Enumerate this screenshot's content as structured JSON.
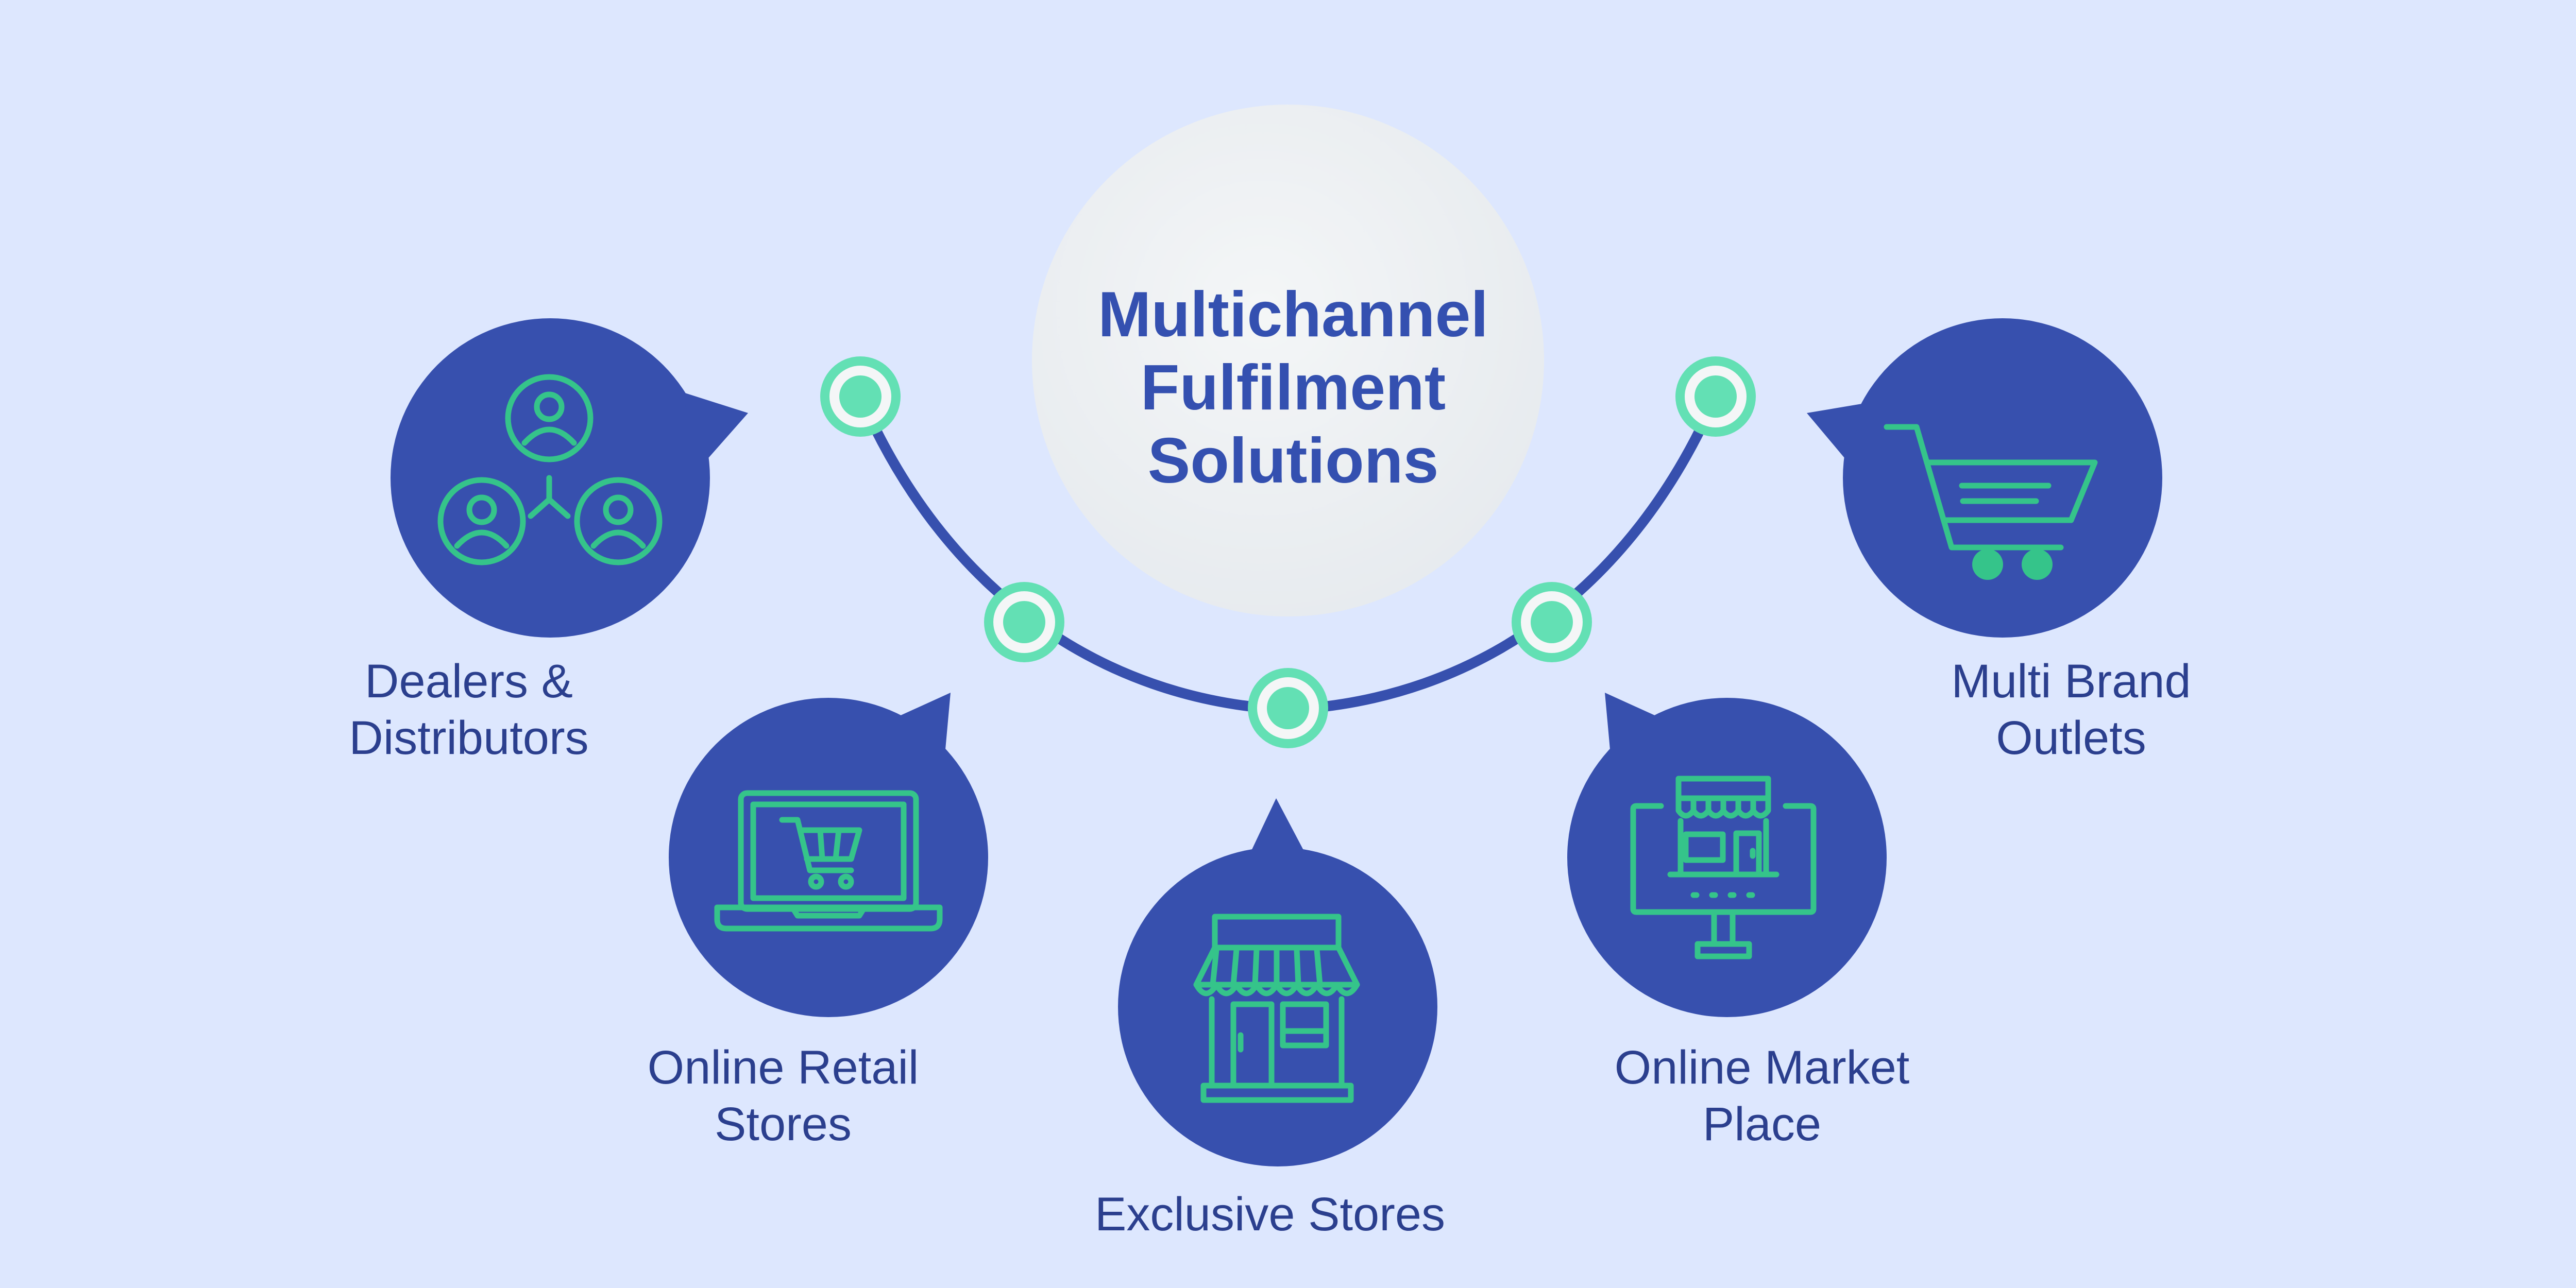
{
  "title": {
    "line1": "Multichannel",
    "line2": "Fulfilment",
    "line3": "Solutions"
  },
  "nodes": [
    {
      "id": "dealers",
      "line1": "Dealers &",
      "line2": "Distributors",
      "icon": "people-network-icon"
    },
    {
      "id": "online-retail",
      "line1": "Online Retail",
      "line2": "Stores",
      "icon": "laptop-cart-icon"
    },
    {
      "id": "exclusive",
      "line1": "Exclusive Stores",
      "icon": "storefront-icon"
    },
    {
      "id": "market-place",
      "line1": "Online Market",
      "line2": "Place",
      "icon": "monitor-shop-icon"
    },
    {
      "id": "multi-brand",
      "line1": "Multi Brand",
      "line2": "Outlets",
      "icon": "shopping-cart-icon"
    }
  ],
  "colors": {
    "background": "#dde7fe",
    "bubble": "#3750ae",
    "accent": "#35c48a",
    "node_fill": "#63e0b4",
    "center_circle": "#eef2f4",
    "text": "#2b3f8e"
  }
}
